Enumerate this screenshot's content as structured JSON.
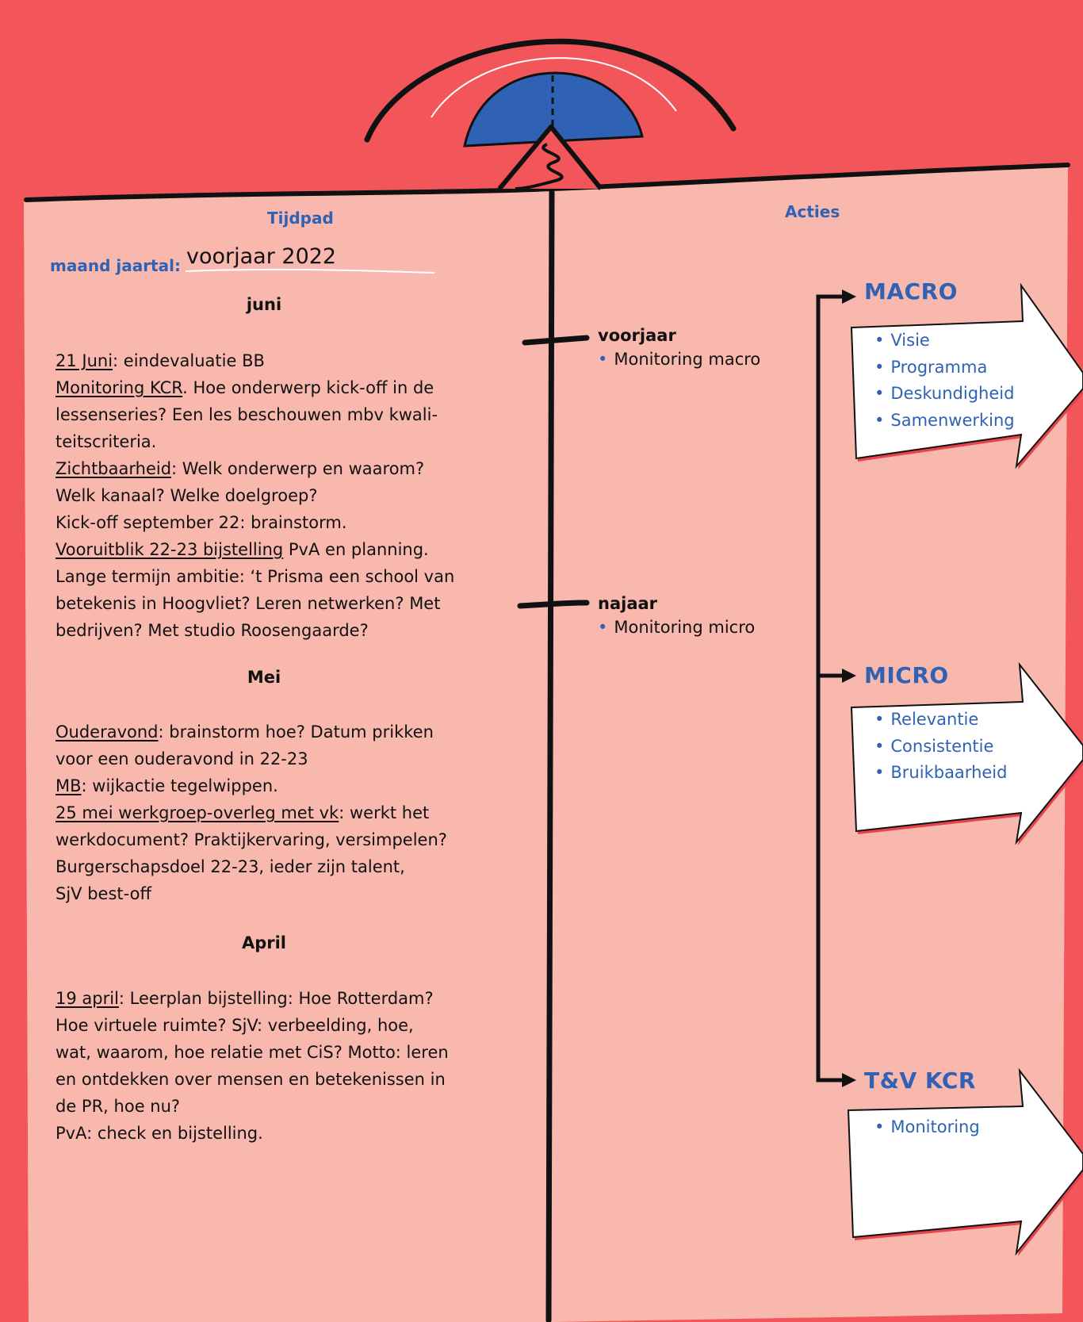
{
  "header": {
    "left_heading": "Tijdpad",
    "right_heading": "Acties",
    "date_label": "maand jaartal:",
    "date_value": "voorjaar 2022"
  },
  "months": [
    {
      "name": "juni",
      "lines": [
        [
          {
            "t": "21 Juni",
            "u": true
          },
          {
            "t": ": eindevaluatie BB"
          }
        ],
        [
          {
            "t": "Monitoring KCR",
            "u": true
          },
          {
            "t": ". Hoe onderwerp kick-off in de"
          }
        ],
        [
          {
            "t": "lessenseries? Een les beschouwen mbv kwali-"
          }
        ],
        [
          {
            "t": "teitscriteria."
          }
        ],
        [
          {
            "t": "Zichtbaarheid",
            "u": true
          },
          {
            "t": ": Welk onderwerp en waarom?"
          }
        ],
        [
          {
            "t": "Welk kanaal? Welke doelgroep?"
          }
        ],
        [
          {
            "t": "Kick-off  september 22: brainstorm."
          }
        ],
        [
          {
            "t": "Vooruitblik 22-23 bijstelling",
            "u": true
          },
          {
            "t": " PvA en planning."
          }
        ],
        [
          {
            "t": "Lange termijn ambitie: ‘t Prisma een school van"
          }
        ],
        [
          {
            "t": "betekenis in Hoogvliet? Leren netwerken? Met"
          }
        ],
        [
          {
            "t": "bedrijven? Met studio Roosengaarde?"
          }
        ]
      ]
    },
    {
      "name": "Mei",
      "lines": [
        [
          {
            "t": "Ouderavond",
            "u": true
          },
          {
            "t": ": brainstorm hoe? Datum prikken"
          }
        ],
        [
          {
            "t": "voor een ouderavond in 22-23"
          }
        ],
        [
          {
            "t": "MB",
            "u": true
          },
          {
            "t": ": wijkactie tegelwippen."
          }
        ],
        [
          {
            "t": "25 mei werkgroep-overleg met vk",
            "u": true
          },
          {
            "t": ": werkt het"
          }
        ],
        [
          {
            "t": "werkdocument? Praktijkervaring, versimpelen?"
          }
        ],
        [
          {
            "t": "Burgerschapsdoel 22-23, ieder zijn talent,"
          }
        ],
        [
          {
            "t": "SjV best-off"
          }
        ]
      ]
    },
    {
      "name": "April",
      "lines": [
        [
          {
            "t": "19 april",
            "u": true
          },
          {
            "t": ": Leerplan bijstelling: Hoe Rotterdam?"
          }
        ],
        [
          {
            "t": "Hoe virtuele ruimte?  SjV: verbeelding, hoe,"
          }
        ],
        [
          {
            "t": "wat, waarom, hoe relatie met CiS? Motto: leren"
          }
        ],
        [
          {
            "t": "en ontdekken over mensen en betekenissen in"
          }
        ],
        [
          {
            "t": "de PR, hoe nu?"
          }
        ],
        [
          {
            "t": "PvA: check en bijstelling."
          }
        ]
      ]
    }
  ],
  "timeline": [
    {
      "title": "voorjaar",
      "item": "Monitoring macro"
    },
    {
      "title": "najaar",
      "item": "Monitoring micro"
    }
  ],
  "categories": [
    {
      "title": "MACRO",
      "items": [
        "Visie",
        "Programma",
        "Deskundigheid",
        "Samenwerking"
      ]
    },
    {
      "title": "MICRO",
      "items": [
        "Relevantie",
        "Consistentie",
        "Bruikbaarheid"
      ]
    },
    {
      "title": "T&V KCR",
      "items": [
        "Monitoring"
      ]
    }
  ],
  "colors": {
    "background": "#f2565a",
    "paper": "#f8b8ae",
    "accent_blue": "#2f62b4",
    "ink": "#111111"
  },
  "icons": [
    "lighthouse-icon",
    "arrow-right-icon"
  ]
}
